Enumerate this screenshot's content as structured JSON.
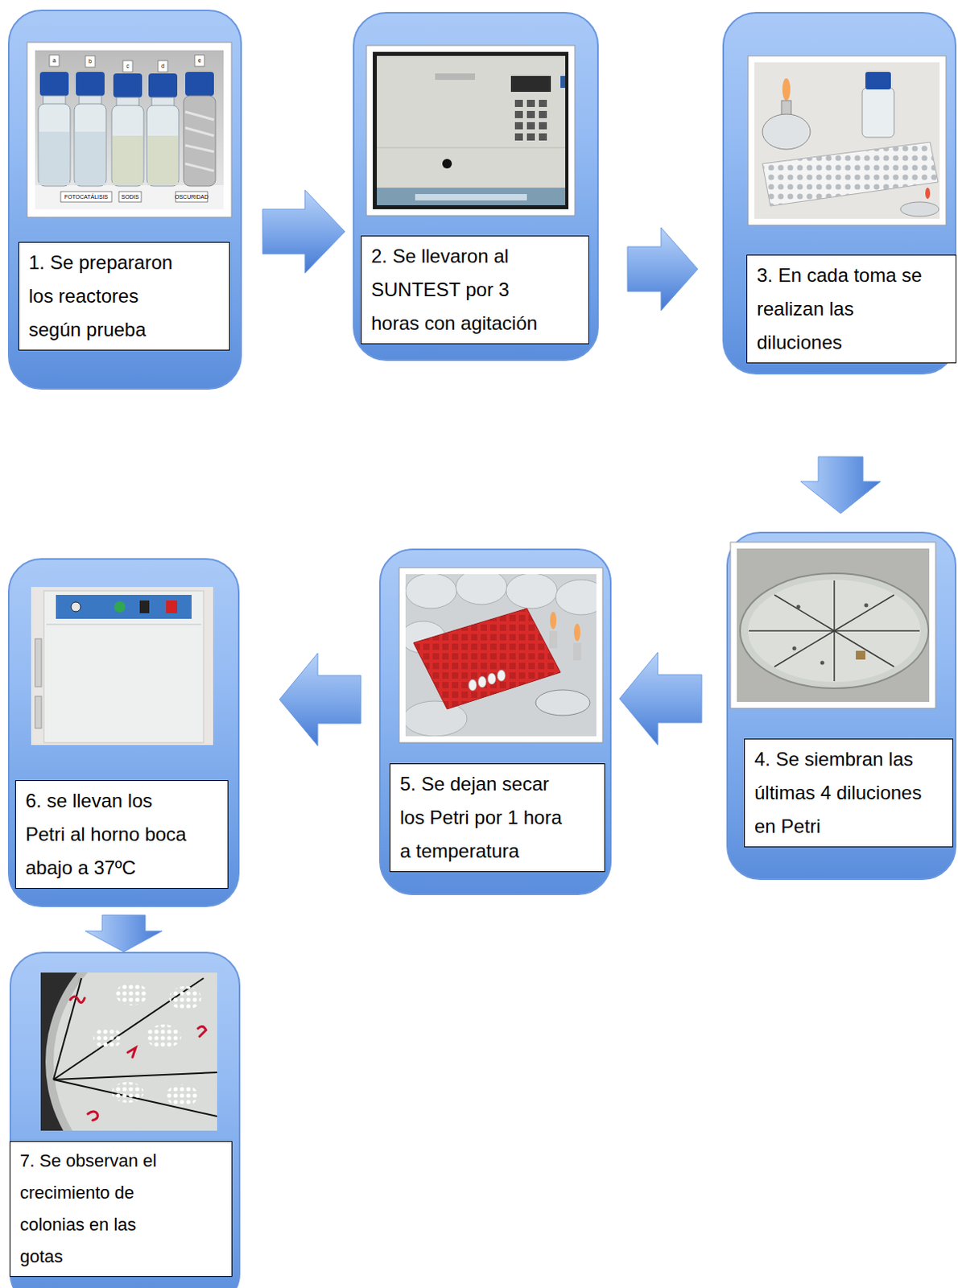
{
  "diagram": {
    "nodes": [
      {
        "text": [
          "1. Se prepararon los reactores según prueba"
        ]
      },
      {
        "text": [
          "2. Se llevaron al SUNTEST por 3 horas con agitación"
        ]
      },
      {
        "text": [
          "3. En cada toma se realizan las diluciones"
        ]
      },
      {
        "text": [
          "4. Se siembran las últimas 4 diluciones en Petri"
        ]
      },
      {
        "text": [
          "5. Se dejan secar los Petri por 1 hora a temperatura"
        ]
      },
      {
        "text": [
          "6. se llevan los Petri al horno boca abajo a 37ºC"
        ]
      },
      {
        "text": [
          "7. Se observan el crecimiento de colonias en las gotas"
        ]
      }
    ],
    "edges": [
      {
        "from": 0,
        "to": 1,
        "arrow": "to"
      },
      {
        "from": 1,
        "to": 2,
        "arrow": "to"
      },
      {
        "from": 2,
        "to": 3,
        "arrow": "to"
      },
      {
        "from": 3,
        "to": 4,
        "arrow": "to"
      },
      {
        "from": 4,
        "to": 5,
        "arrow": "to"
      },
      {
        "from": 5,
        "to": 6,
        "arrow": "to"
      }
    ],
    "labels": [
      "a",
      "b",
      "c",
      "d",
      "e",
      "FOTOCATÁLISIS",
      "SODIS",
      "OSCURIDAD"
    ]
  }
}
